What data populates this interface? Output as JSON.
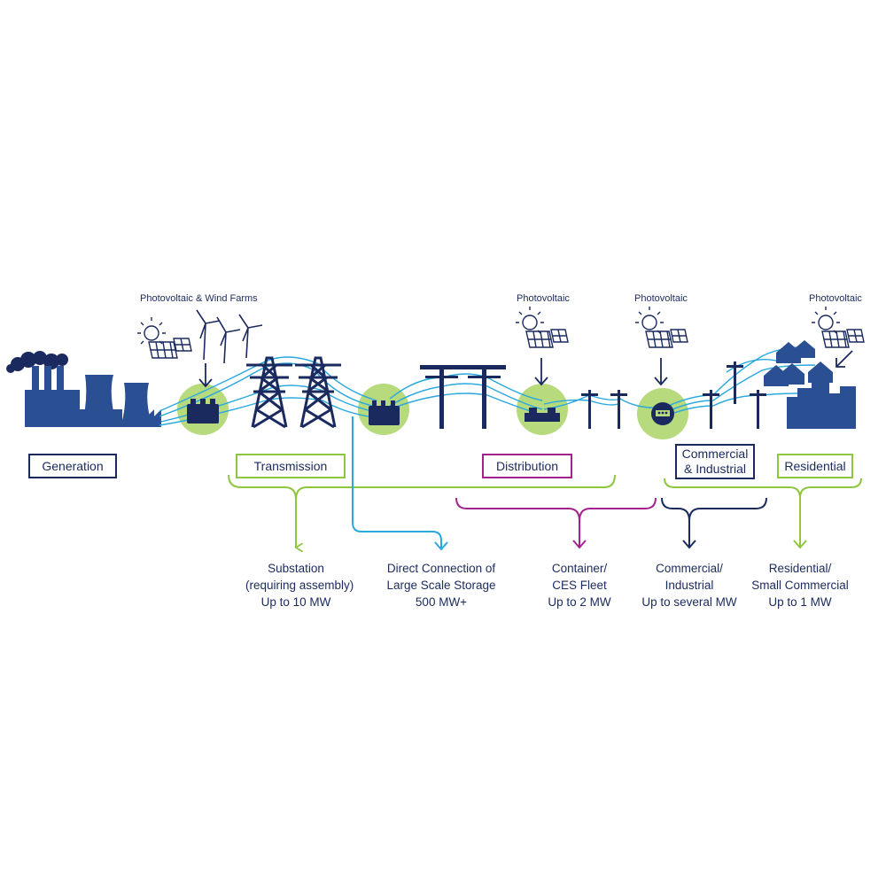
{
  "colors": {
    "navy": "#1a2a5e",
    "green": "#8dc63f",
    "blue": "#29a8e0",
    "magenta": "#a2238b",
    "circle_fill": "#b6da7c",
    "factory": "#2a4f93"
  },
  "sources": {
    "wind": "Photovoltaic & Wind Farms",
    "pv1": "Photovoltaic",
    "pv2": "Photovoltaic",
    "pv3": "Photovoltaic"
  },
  "segments": {
    "generation": "Generation",
    "transmission": "Transmission",
    "distribution": "Distribution",
    "ci_line1": "Commercial",
    "ci_line2": "& Industrial",
    "residential": "Residential"
  },
  "outputs": {
    "substation": [
      "Substation",
      "(requiring assembly)",
      "Up to 10 MW"
    ],
    "direct": [
      "Direct Connection of",
      "Large Scale Storage",
      "500 MW+"
    ],
    "container": [
      "Container/",
      "CES Fleet",
      "Up to 2 MW"
    ],
    "commercial": [
      "Commercial/",
      "Industrial",
      "Up to several MW"
    ],
    "residential": [
      "Residential/",
      "Small Commercial",
      "Up to 1 MW"
    ]
  },
  "icons": [
    "factory-icon",
    "solar-panel-icon",
    "wind-turbine-icon",
    "transmission-tower-icon",
    "utility-pole-icon",
    "battery-icon",
    "meter-icon",
    "house-icon",
    "city-buildings-icon",
    "down-arrow-icon"
  ]
}
